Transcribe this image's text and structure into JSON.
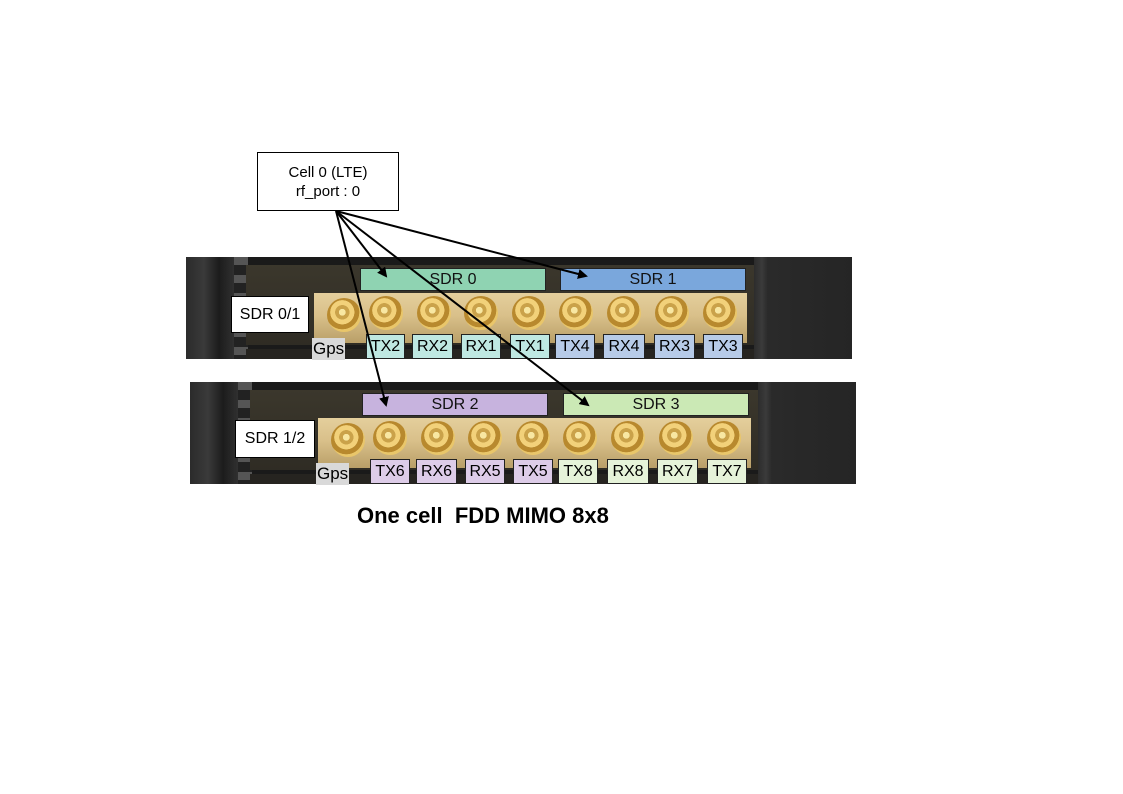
{
  "cell": {
    "line1": "Cell 0 (LTE)",
    "line2": "rf_port : 0"
  },
  "boards": [
    {
      "label": "SDR 0/1",
      "gps_label": "Gps",
      "sdrs": [
        {
          "name": "SDR 0",
          "color": "#8fd3b2"
        },
        {
          "name": "SDR 1",
          "color": "#7aa7dc"
        }
      ],
      "ports": [
        {
          "name": "TX2",
          "color": "#bfe8e2"
        },
        {
          "name": "RX2",
          "color": "#bfe8e2"
        },
        {
          "name": "RX1",
          "color": "#bfe8e2"
        },
        {
          "name": "TX1",
          "color": "#bfe8e2"
        },
        {
          "name": "TX4",
          "color": "#b7cbe8"
        },
        {
          "name": "RX4",
          "color": "#b7cbe8"
        },
        {
          "name": "RX3",
          "color": "#b7cbe8"
        },
        {
          "name": "TX3",
          "color": "#b7cbe8"
        }
      ]
    },
    {
      "label": "SDR 1/2",
      "gps_label": "Gps",
      "sdrs": [
        {
          "name": "SDR 2",
          "color": "#c7b3de"
        },
        {
          "name": "SDR 3",
          "color": "#cbe9b5"
        }
      ],
      "ports": [
        {
          "name": "TX6",
          "color": "#ddcce8"
        },
        {
          "name": "RX6",
          "color": "#ddcce8"
        },
        {
          "name": "RX5",
          "color": "#ddcce8"
        },
        {
          "name": "TX5",
          "color": "#ddcce8"
        },
        {
          "name": "TX8",
          "color": "#e6f3d9"
        },
        {
          "name": "RX8",
          "color": "#e6f3d9"
        },
        {
          "name": "RX7",
          "color": "#e6f3d9"
        },
        {
          "name": "TX7",
          "color": "#e6f3d9"
        }
      ]
    }
  ],
  "caption": "One cell  FDD MIMO 8x8"
}
